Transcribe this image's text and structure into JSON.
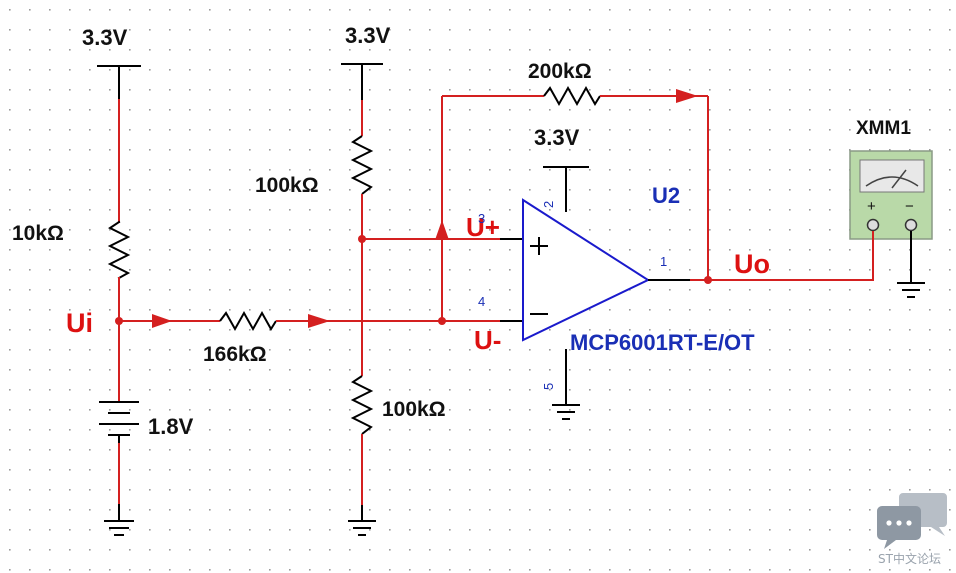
{
  "labels": {
    "vcc_left": "3.3V",
    "vcc_mid": "3.3V",
    "vcc_opamp": "3.3V",
    "r_top_left": "10kΩ",
    "r_top_mid": "100kΩ",
    "r_input": "166kΩ",
    "r_bottom_mid": "100kΩ",
    "r_feedback": "200kΩ",
    "battery": "1.8V",
    "node_ui": "Ui",
    "node_uplus": "U+",
    "node_uminus": "U-",
    "node_uo": "Uo",
    "opamp_ref": "U2",
    "opamp_part": "MCP6001RT-E/OT",
    "pin_1": "1",
    "pin_2": "2",
    "pin_3": "3",
    "pin_4": "4",
    "pin_5": "5",
    "meter_ref": "XMM1",
    "meter_plus": "+",
    "meter_minus": "−",
    "opamp_plus": "+",
    "opamp_minus": "−",
    "watermark": "ST中文论坛"
  },
  "colors": {
    "wire_red": "#d42020",
    "wire_black": "#000000",
    "label_black": "#111111",
    "label_red": "#dd1111",
    "label_blue": "#1a2fb5",
    "opamp_blue": "#1a1acc",
    "meter_green": "#b9d9a8",
    "grid_dot": "#9a9a9a",
    "watermark_gray": "#9aa3ad"
  }
}
